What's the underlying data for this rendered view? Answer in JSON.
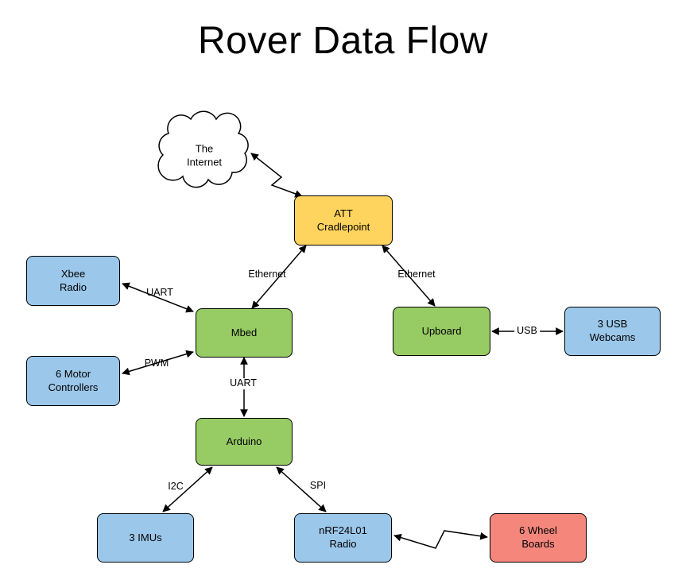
{
  "title": "Rover Data Flow",
  "colors": {
    "node_blue": "#9BC7EA",
    "node_green": "#97CB64",
    "node_yellow": "#FFD45E",
    "node_red": "#F4867C",
    "connector": "#000000",
    "background": "#FFFFFF"
  },
  "nodes": {
    "internet": {
      "label": "The\nInternet"
    },
    "cradlepoint": {
      "label": "ATT\nCradlepoint"
    },
    "xbee": {
      "label": "Xbee\nRadio"
    },
    "motors": {
      "label": "6 Motor\nControllers"
    },
    "mbed": {
      "label": "Mbed"
    },
    "upboard": {
      "label": "Upboard"
    },
    "webcams": {
      "label": "3 USB\nWebcams"
    },
    "arduino": {
      "label": "Arduino"
    },
    "imus": {
      "label": "3 IMUs"
    },
    "nrf": {
      "label": "nRF24L01\nRadio"
    },
    "wheels": {
      "label": "6 Wheel\nBoards"
    }
  },
  "edge_labels": {
    "xbee_mbed": "UART",
    "motors_mbed": "PWM",
    "mbed_cradlepoint": "Ethernet",
    "cradlepoint_upboard": "Ethernet",
    "mbed_arduino": "UART",
    "upboard_webcams": "USB",
    "arduino_imus": "I2C",
    "arduino_nrf": "SPI"
  }
}
